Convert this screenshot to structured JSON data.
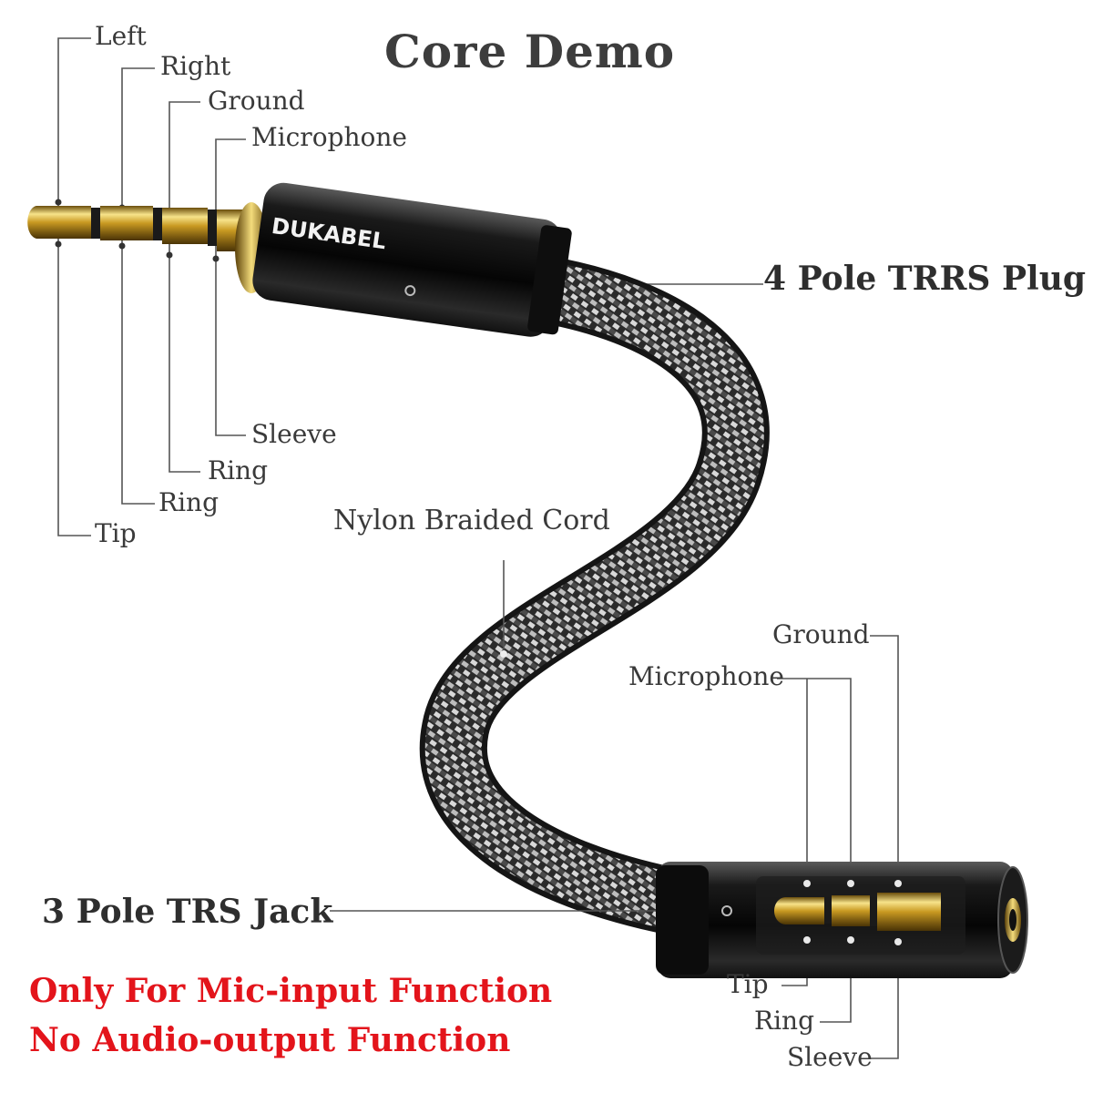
{
  "title": "Core Demo",
  "brand": "DUKABEL",
  "plug": {
    "name": "4 Pole TRRS Plug",
    "top_labels": [
      "Left",
      "Right",
      "Ground",
      "Microphone"
    ],
    "bottom_labels": [
      "Tip",
      "Ring",
      "Ring",
      "Sleeve"
    ]
  },
  "cord": {
    "name": "Nylon Braided Cord"
  },
  "jack": {
    "name": "3 Pole TRS Jack",
    "top_labels": [
      "Ground",
      "Microphone"
    ],
    "bottom_labels": [
      "Tip",
      "Ring",
      "Sleeve"
    ]
  },
  "notes": [
    "Only For Mic-input Function",
    "No Audio-output Function"
  ],
  "colors": {
    "label": "#3a3a3a",
    "warning": "#e3141b",
    "gold": "#c9a227",
    "cable": "#2a2a2a"
  }
}
